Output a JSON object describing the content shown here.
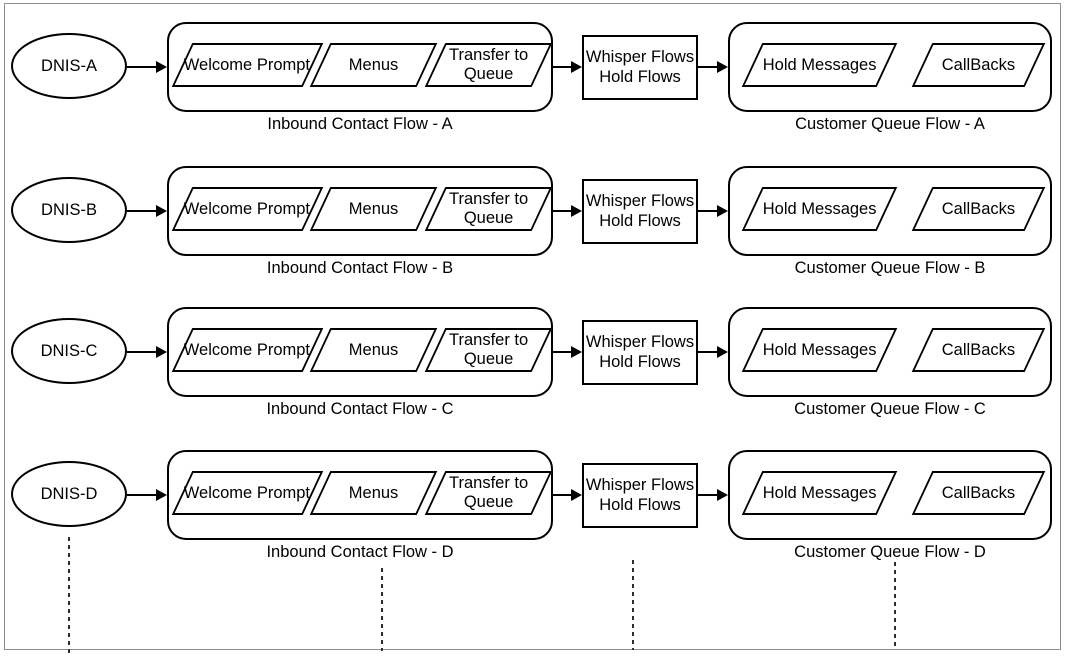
{
  "diagram": {
    "background_color": "#ffffff",
    "frame_color": "#8f8f8f",
    "shape_stroke_color": "#000000",
    "shape_fill_color": "#ffffff",
    "dashed_line_color": "#2e2e2e",
    "rows": [
      {
        "dnis": "DNIS-A",
        "steps": [
          "Welcome Prompt",
          "Menus",
          "Transfer to\nQueue"
        ],
        "inbound_label": "Inbound Contact Flow - A",
        "whisper": "Whisper Flows\nHold Flows",
        "queue_steps": [
          "Hold Messages",
          "CallBacks"
        ],
        "queue_label": "Customer Queue Flow - A"
      },
      {
        "dnis": "DNIS-B",
        "steps": [
          "Welcome Prompt",
          "Menus",
          "Transfer to\nQueue"
        ],
        "inbound_label": "Inbound Contact Flow - B",
        "whisper": "Whisper Flows\nHold Flows",
        "queue_steps": [
          "Hold Messages",
          "CallBacks"
        ],
        "queue_label": "Customer Queue Flow - B"
      },
      {
        "dnis": "DNIS-C",
        "steps": [
          "Welcome Prompt",
          "Menus",
          "Transfer to\nQueue"
        ],
        "inbound_label": "Inbound Contact Flow - C",
        "whisper": "Whisper Flows\nHold Flows",
        "queue_steps": [
          "Hold Messages",
          "CallBacks"
        ],
        "queue_label": "Customer Queue Flow - C"
      },
      {
        "dnis": "DNIS-D",
        "steps": [
          "Welcome Prompt",
          "Menus",
          "Transfer to\nQueue"
        ],
        "inbound_label": "Inbound Contact Flow - D",
        "whisper": "Whisper Flows\nHold Flows",
        "queue_steps": [
          "Hold Messages",
          "CallBacks"
        ],
        "queue_label": "Customer Queue Flow - D"
      }
    ]
  }
}
